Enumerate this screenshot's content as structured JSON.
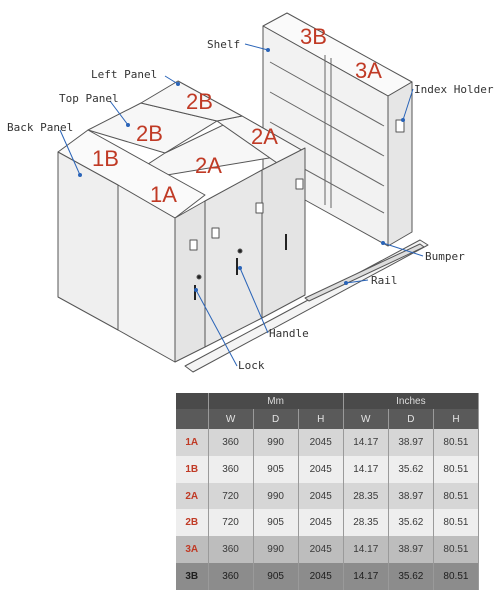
{
  "callouts": {
    "shelf": "Shelf",
    "left_panel": "Left Panel",
    "top_panel": "Top Panel",
    "back_panel": "Back Panel",
    "index_holder": "Index Holder",
    "bumper": "Bumper",
    "rail": "Rail",
    "handle": "Handle",
    "lock": "Lock"
  },
  "unit_labels": {
    "u1a": "1A",
    "u1b": "1B",
    "u2a": "2A",
    "u2b": "2B",
    "u3a": "3A",
    "u3b": "3B"
  },
  "label_color": "#c03a25",
  "table": {
    "group_headers": [
      "Mm",
      "Inches"
    ],
    "column_headers": [
      "W",
      "D",
      "H",
      "W",
      "D",
      "H"
    ],
    "rows": [
      {
        "unit": "1A",
        "values": [
          "360",
          "990",
          "2045",
          "14.17",
          "38.97",
          "80.51"
        ]
      },
      {
        "unit": "1B",
        "values": [
          "360",
          "905",
          "2045",
          "14.17",
          "35.62",
          "80.51"
        ]
      },
      {
        "unit": "2A",
        "values": [
          "720",
          "990",
          "2045",
          "28.35",
          "38.97",
          "80.51"
        ]
      },
      {
        "unit": "2B",
        "values": [
          "720",
          "905",
          "2045",
          "28.35",
          "35.62",
          "80.51"
        ]
      },
      {
        "unit": "3A",
        "values": [
          "360",
          "990",
          "2045",
          "14.17",
          "38.97",
          "80.51"
        ]
      },
      {
        "unit": "3B",
        "values": [
          "360",
          "905",
          "2045",
          "14.17",
          "35.62",
          "80.51"
        ]
      }
    ]
  }
}
